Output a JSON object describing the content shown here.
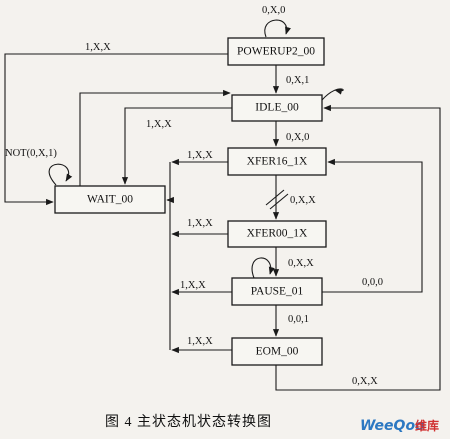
{
  "states": {
    "powerup": "POWERUP2_00",
    "idle": "IDLE_00",
    "xfer16": "XFER16_1X",
    "wait": "WAIT_00",
    "xfer00": "XFER00_1X",
    "pause": "PAUSE_01",
    "eom": "EOM_00"
  },
  "labels": {
    "powerup_self": "0,X,0",
    "powerup_to_wait": "1,X,X",
    "powerup_to_idle": "0,X,1",
    "idle_to_wait": "1,X,X",
    "wait_self": "NOT(0,X,1)",
    "idle_to_xfer16": "0,X,0",
    "xfer16_to_wait": "1,X,X",
    "xfer16_to_xfer00": "0,X,X",
    "xfer00_to_wait": "1,X,X",
    "xfer00_to_pause": "0,X,X",
    "pause_to_wait": "1,X,X",
    "pause_to_xfer16": "0,0,0",
    "pause_to_eom": "0,0,1",
    "eom_to_wait": "1,X,X",
    "eom_to_idle": "0,X,X"
  },
  "caption": "图 4    主状态机状态转换图",
  "watermark": {
    "brand": "WeeQoo",
    "cn": "维库"
  }
}
